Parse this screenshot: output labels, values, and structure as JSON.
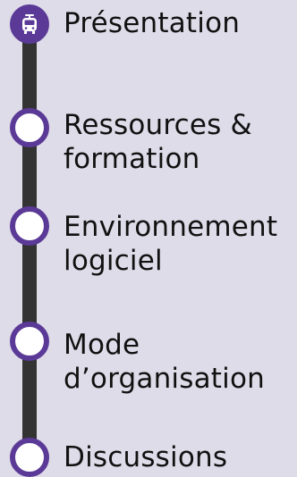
{
  "colors": {
    "background": "#dfdce9",
    "track": "#333333",
    "accent": "#5b3a97",
    "stop_fill": "#ffffff",
    "text": "#111111"
  },
  "timeline": {
    "items": [
      {
        "line1": "Présentation",
        "line2": "",
        "icon": "tram-icon",
        "active": true
      },
      {
        "line1": "Ressources &",
        "line2": "formation",
        "icon": "",
        "active": false
      },
      {
        "line1": "Environnement",
        "line2": "logiciel",
        "icon": "",
        "active": false
      },
      {
        "line1": "Mode",
        "line2": "d’organisation",
        "icon": "",
        "active": false
      },
      {
        "line1": "Discussions",
        "line2": "",
        "icon": "",
        "active": false
      }
    ]
  }
}
